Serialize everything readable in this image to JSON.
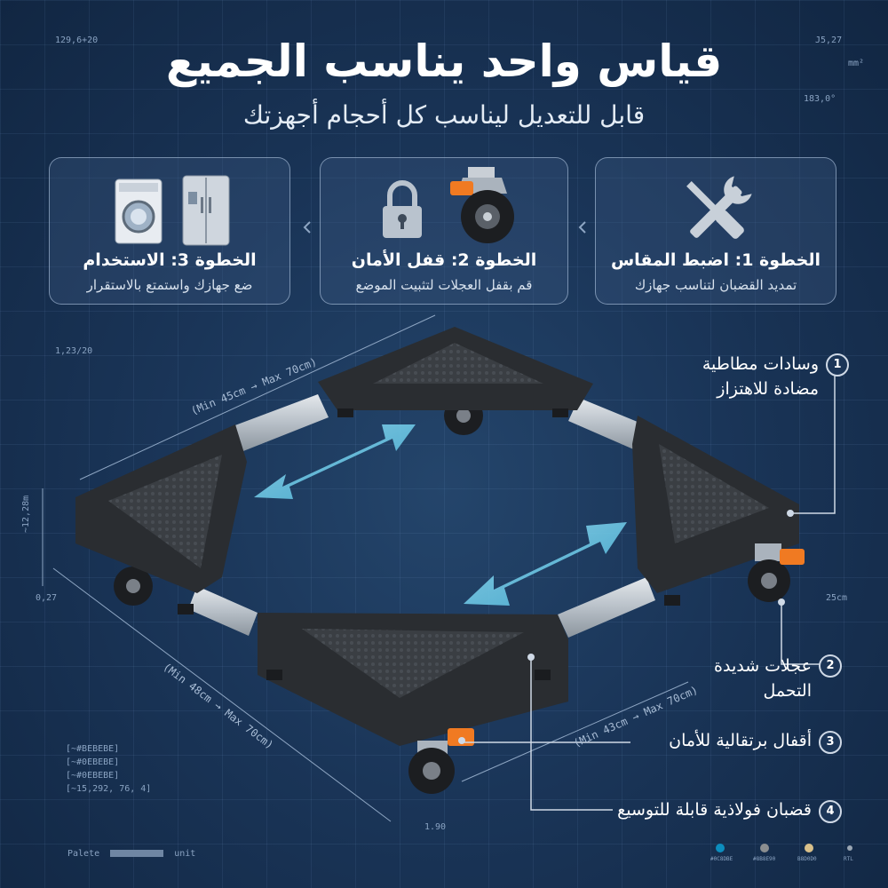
{
  "title": "قياس واحد يناسب الجميع",
  "subtitle": "قابل للتعديل ليناسب كل أحجام أجهزتك",
  "steps": [
    {
      "title": "الخطوة 1: اضبط المقاس",
      "desc": "تمديد القضبان لتناسب جهازك",
      "icon": "tools-icon"
    },
    {
      "title": "الخطوة 2: قفل الأمان",
      "desc": "قم بقفل العجلات لتثبيت الموضع",
      "icon": "lock-wheel-icon"
    },
    {
      "title": "الخطوة 3: الاستخدام",
      "desc": "ضع جهازك واستمتع بالاستقرار",
      "icon": "appliance-icon"
    }
  ],
  "callouts": [
    {
      "num": "1",
      "line1": "وسادات مطاطية",
      "line2": "مضادة للاهتزاز"
    },
    {
      "num": "2",
      "line1": "عجلات شديدة",
      "line2": "التحمل"
    },
    {
      "num": "3",
      "line1": "أقفال برتقالية للأمان",
      "line2": ""
    },
    {
      "num": "4",
      "line1": "قضبان فولاذية قابلة للتوسيع",
      "line2": ""
    }
  ],
  "dimensions": {
    "top": "(Min 45cm → Max 70cm)",
    "bottom_left": "(Min 48cm → Max 70cm)",
    "bottom_right": "(Min 43cm → Max 70cm)"
  },
  "technical": {
    "top_left": "129,6+20",
    "top_right": "J5,27",
    "unit_top_right": "mm²",
    "right_angle": "183,0°",
    "mid_left": "1,23/20",
    "vertical": "~12,28m",
    "left_small": "0,27",
    "right_small": "25cm",
    "bottom_small": "1.90",
    "codes": [
      "[~#BEBEBE]",
      "[~#0EBEBE]",
      "[~#0EBEBE]",
      "[~15,292, 76, 4]"
    ],
    "palette_label": "Palete",
    "unit_label": "unit",
    "swatch_labels": [
      "#0C8DBE",
      "#8B8E90",
      "B8D0D0",
      "RTL"
    ]
  },
  "colors": {
    "accent_orange": "#f07a22",
    "arrow_cyan": "#6fd3f2",
    "frame_dark": "#2a2d31",
    "steel": "#c9cfd6"
  }
}
